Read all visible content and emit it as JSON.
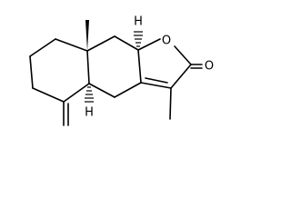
{
  "molecule": {
    "atom_labels": {
      "ring_oxygen": "O",
      "carbonyl_oxygen": "O",
      "hydrogen_top": "H",
      "hydrogen_bottom": "H"
    }
  }
}
